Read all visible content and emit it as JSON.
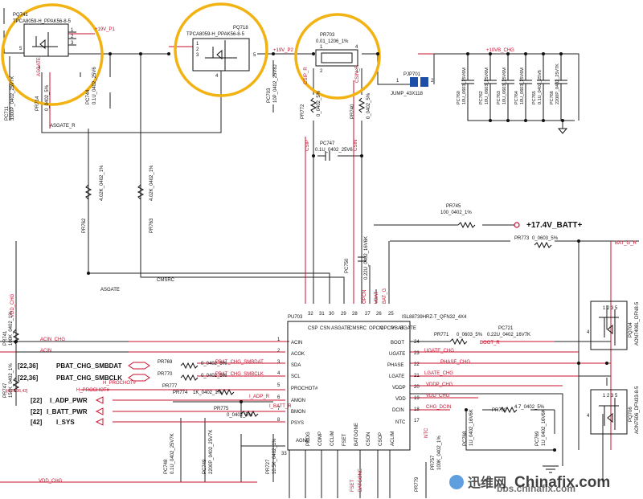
{
  "parts": {
    "pq741": {
      "ref": "PQ741",
      "value": "TPCA8059-H_PPAK56-8-5",
      "p1": "1",
      "p2": "2",
      "p3": "3",
      "p4": "4",
      "p5": "5"
    },
    "pq718": {
      "ref": "PQ718",
      "value": "TPCA8059-H_PPAK56-8-5",
      "p1": "1",
      "p2": "2",
      "p3": "3",
      "p4": "4",
      "p5": "5"
    },
    "pr703": {
      "ref": "PR703",
      "value": "0.01_1206_1%",
      "p1": "1",
      "p2": "2",
      "p3": "3",
      "p4": "4"
    },
    "pjp701": {
      "ref": "PJP701",
      "value": "JUMP_43X118",
      "p1": "1",
      "p2": "2"
    },
    "pc711": {
      "ref": "PC711",
      "value": "3300P_0402_25V7K"
    },
    "pr714": {
      "ref": "PR714",
      "value": "0_0402_5%"
    },
    "pc744": {
      "ref": "PC744",
      "value": "0.1U_0402_25V6"
    },
    "pc703": {
      "ref": "PC703",
      "value": "10P_0402_25V8J"
    },
    "pr772": {
      "ref": "PR772",
      "value": "0_0402_5%"
    },
    "pr740": {
      "ref": "PR740",
      "value": "0_0402_5%"
    },
    "pc747": {
      "ref": "PC747",
      "value": "0.1U_0402_25V6"
    },
    "pr762": {
      "ref": "PR762",
      "value": "4.02K_0402_1%"
    },
    "pr763": {
      "ref": "PR763",
      "value": "4.02K_0402_1%"
    },
    "pr745": {
      "ref": "PR745",
      "value": "100_0402_1%"
    },
    "pr773": {
      "ref": "PR773",
      "value": "0_0603_5%"
    },
    "pc750": {
      "ref": "PC750",
      "value": "0.22U_0402_16V6K"
    },
    "pr741": {
      "ref": "PR741",
      "value": "100K_0402_1%"
    },
    "pr747": {
      "ref": "PR747",
      "value": "158K_0402_1%"
    },
    "pr769": {
      "ref": "PR769",
      "value": "0_0402_5%"
    },
    "pr770": {
      "ref": "PR770",
      "value": "0_0402_5%"
    },
    "pr777": {
      "ref": "PR777"
    },
    "pr774": {
      "ref": "PR774",
      "value": "1K_0402_1%"
    },
    "pr775": {
      "ref": "PR775",
      "value": "0_0402_5%"
    },
    "pc748": {
      "ref": "PC748",
      "value": "0.1U_0402_25V7K"
    },
    "pc749": {
      "ref": "PC749",
      "value": "2200P_0402_25V7K"
    },
    "pr727": {
      "ref": "PR727",
      "value": "10.5K_0402_1%"
    },
    "pr757": {
      "ref": "PR757",
      "value": "100K_0402_1%"
    },
    "pc768": {
      "ref": "PC768",
      "value": "1U_0402_16V6K"
    },
    "pr760": {
      "ref": "PR760",
      "value": "4.7_0402_5%"
    },
    "pc769": {
      "ref": "PC769",
      "value": "1U_0402_16V6K"
    },
    "pr779": {
      "ref": "PR779"
    },
    "pc721": {
      "ref": "PC721",
      "value": "0.22U_0402_16V7K"
    },
    "pr771": {
      "ref": "PR771",
      "value": "0_0603_5%"
    },
    "pq704": {
      "ref": "PQ704",
      "value": "AON7408L_DFN8-5",
      "pins": "1 2 3 5",
      "p4": "4"
    },
    "pq706": {
      "ref": "PQ706",
      "value": "AON7506_DFN33-8-5",
      "pins": "1 2 3 5",
      "p4": "4"
    }
  },
  "caps": {
    "c0": {
      "ref": "PC760",
      "value": "10U_0603_25V6M"
    },
    "c1": {
      "ref": "PC762",
      "value": "10U_0603_25V6M"
    },
    "c2": {
      "ref": "PC763",
      "value": "10U_0603_25V6M"
    },
    "c3": {
      "ref": "PC764",
      "value": "10U_0603_25V6M"
    },
    "c4": {
      "ref": "PC765",
      "value": "0.1U_0402_25V6"
    },
    "c5": {
      "ref": "PC766",
      "value": "2200P_0402_25V7K"
    }
  },
  "nets": {
    "n19v_p1": "+19V_P1",
    "n19v_p2": "+19V_P2",
    "n10vb_chg": "+10VB_CHG",
    "asgate_r": "ASGATE_R",
    "asgate_v": "ASGATE",
    "csip": "CSIP_R",
    "csin": "CSIN_R",
    "csip2": "CSIP",
    "csin2": "CSIN",
    "cmsrc": "CMSRC",
    "asgate": "ASGATE",
    "bat_g_r": "BAT_G_R",
    "opcn": "OPCN",
    "vbat": "VBAT",
    "bat_g": "BAT_G",
    "vdd_chg_v": "VDD_CHG",
    "batt_rail": "+17.4V_BATT+",
    "acin_chg": "ACIN_CHG",
    "acin": "ACIN",
    "pbat_smbdat": "PBAT_CHG_SMBDAT",
    "pbat_smbclk": "PBAT_CHG_SMBCLK",
    "h_prochot": "H_PROCHOT#",
    "h_prochot_r": "H_PROCHOT#",
    "i_adp_r": "I_ADP_R",
    "i_bat_r": "I_BATT_R",
    "vdd_chg": "VDD_CHG",
    "prochot_refs": "[4,22,36,42]",
    "boot_r": "BOOT_R",
    "ugate_chg": "UGATE_CHG",
    "phase_chg": "PHASE_CHG",
    "lgate_chg": "LGATE_CHG",
    "vddp_chg": "VDDP_CHG",
    "vdd_chg2": "VDD_CHG",
    "chg_dcin": "CHG_DCIN",
    "ntc": "NTC",
    "fset": "FSET",
    "batgone": "BATGONE"
  },
  "ic": {
    "ref": "PU703",
    "part": "ISL88739HRZ-T_QFN32_4X4",
    "left": [
      "ACIN",
      "ACOK",
      "SDA",
      "SCL",
      "PROCHOT#",
      "AMON",
      "BMON",
      "PSYS"
    ],
    "leftn": [
      "1",
      "2",
      "3",
      "4",
      "5",
      "6",
      "7",
      "8"
    ],
    "right": [
      "BOOT",
      "UGATE",
      "PHASE",
      "LGATE",
      "VDDP",
      "VDD",
      "DCIN",
      "NTC"
    ],
    "rightn": [
      "24",
      "23",
      "22",
      "21",
      "20",
      "19",
      "18",
      "17"
    ],
    "top": [
      "CSP",
      "CSN",
      "ASGATE",
      "CMSRC",
      "OPCN",
      "OPCP",
      "VBAT",
      "BGATE"
    ],
    "topn": [
      "32",
      "31",
      "30",
      "29",
      "28",
      "27",
      "26",
      "25"
    ],
    "bottom": [
      "AGND",
      "PROG",
      "COMP",
      "CCLIM",
      "FSET",
      "BATGONE",
      "CSON",
      "CSOP",
      "ACLIM"
    ],
    "bottomn": [
      "33"
    ]
  },
  "ports": [
    {
      "ref": "[22,36]",
      "name": "PBAT_CHG_SMBDAT"
    },
    {
      "ref": "[22,36]",
      "name": "PBAT_CHG_SMBCLK"
    },
    {
      "ref": "[22]",
      "name": "I_ADP_PWR"
    },
    {
      "ref": "[22]",
      "name": "I_BATT_PWR"
    },
    {
      "ref": "[42]",
      "name": "I_SYS"
    }
  ],
  "watermark": {
    "cn": "迅维网",
    "brand": "Chinafix.com",
    "url": "bbs.chinafix.com"
  }
}
